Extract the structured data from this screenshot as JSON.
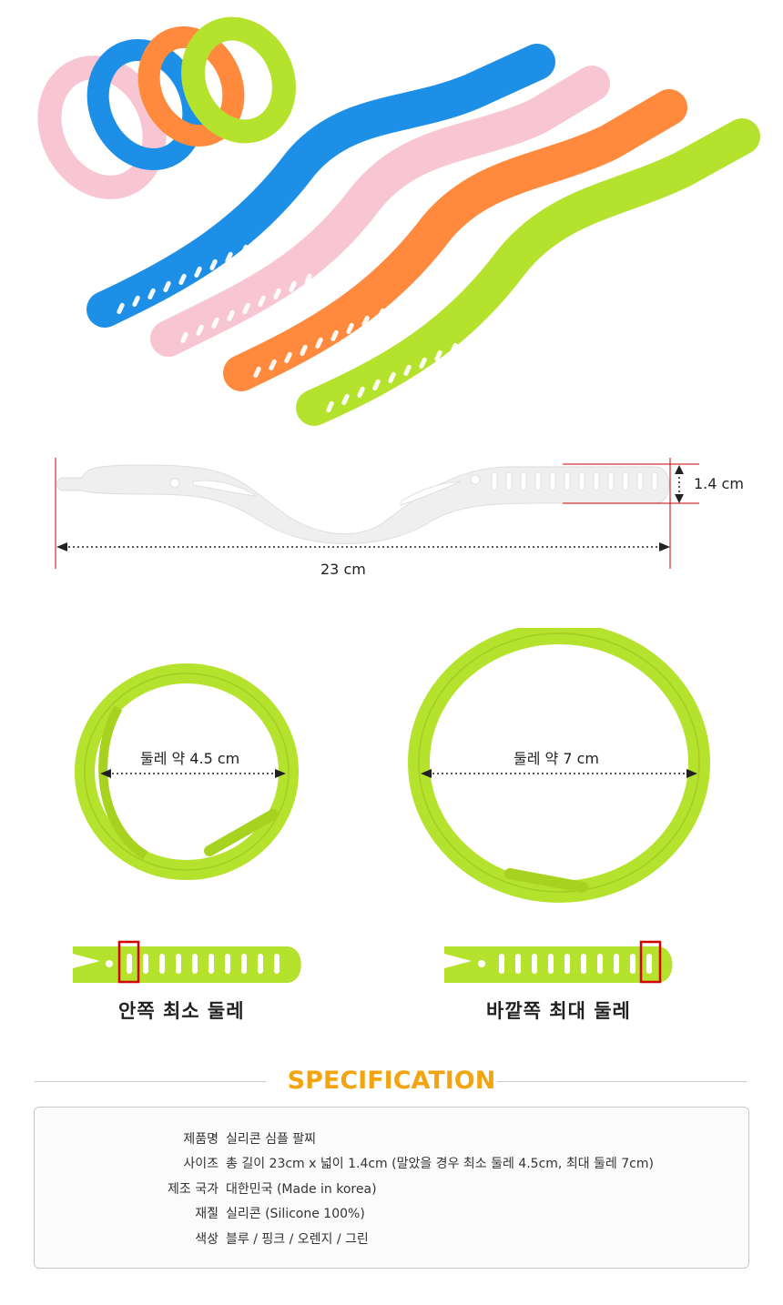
{
  "colors": {
    "blue": "#1e8fe6",
    "pink": "#f8c6d2",
    "orange": "#ff8a3d",
    "green": "#b5e22c",
    "white_band": "#efefef",
    "dim_red": "#cc0000",
    "marker_red": "#d40000",
    "spec_orange": "#f3a511"
  },
  "dimensions": {
    "width_label": "1.4 cm",
    "length_label": "23 cm"
  },
  "circumference": {
    "min_label": "둘레 약 4.5 cm",
    "max_label": "둘레 약 7 cm"
  },
  "captions": {
    "inner_min": "안쪽 최소 둘레",
    "outer_max": "바깥쪽 최대 둘레"
  },
  "spec": {
    "title": "SPECIFICATION",
    "rows": [
      {
        "key": "제품명",
        "value": "실리콘 심플 팔찌"
      },
      {
        "key": "사이즈",
        "value": "총 길이 23cm x 넓이 1.4cm (말았을 경우 최소 둘레 4.5cm, 최대 둘레 7cm)"
      },
      {
        "key": "제조 국가",
        "value": "대한민국 (Made in korea)"
      },
      {
        "key": "재질",
        "value": "실리콘 (Silicone 100%)"
      },
      {
        "key": "색상",
        "value": "블루 / 핑크 / 오렌지 / 그린"
      }
    ]
  }
}
